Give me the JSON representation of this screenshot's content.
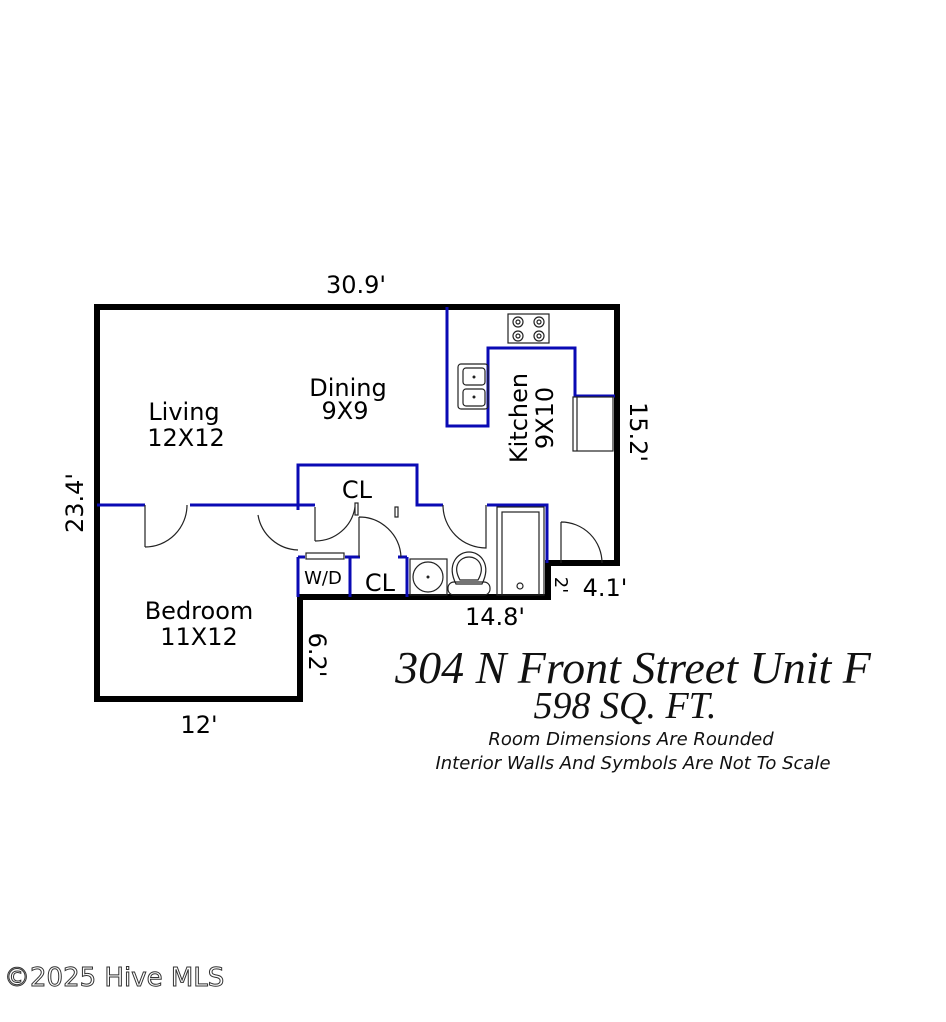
{
  "floorplan": {
    "address": "304 N Front Street Unit F",
    "area": "598 SQ. FT.",
    "notes": [
      "Room Dimensions Are Rounded",
      "Interior Walls And Symbols Are Not To Scale"
    ],
    "rooms": {
      "living": {
        "name": "Living",
        "size": "12X12"
      },
      "dining": {
        "name": "Dining",
        "size": "9X9"
      },
      "kitchen": {
        "name": "Kitchen",
        "size": "9X10"
      },
      "bedroom": {
        "name": "Bedroom",
        "size": "11X12"
      },
      "closet1": "CL",
      "closet2": "CL",
      "laundry": "W/D"
    },
    "dimensions": {
      "top": "30.9'",
      "left": "23.4'",
      "right": "15.2'",
      "bottom_middle": "14.8'",
      "step_small": "2'",
      "step_right": "4.1'",
      "bedroom_side": "6.2'",
      "bedroom_bottom": "12'"
    },
    "colors": {
      "exterior_wall": "#000000",
      "interior_wall": "#0a0ab4"
    }
  },
  "watermark": "©2025 Hive MLS"
}
